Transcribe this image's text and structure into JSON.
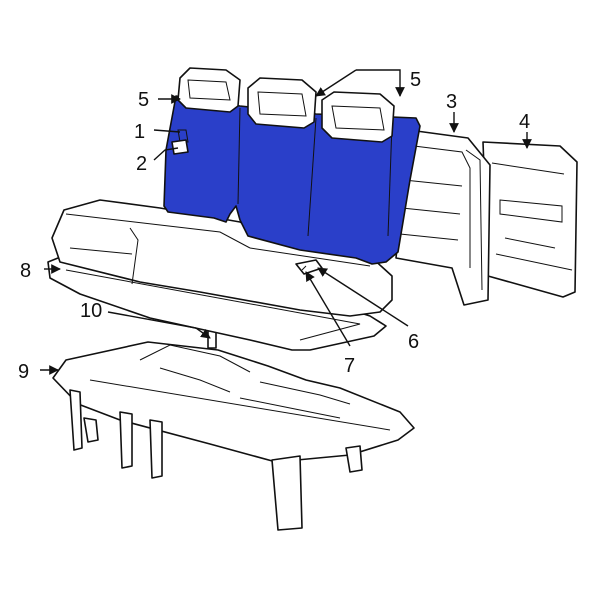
{
  "colors": {
    "highlight": "#2a3fc9",
    "outline": "#111111",
    "background": "#ffffff"
  },
  "callouts": {
    "c1": "1",
    "c2": "2",
    "c3": "3",
    "c4": "4",
    "c5a": "5",
    "c5b": "5",
    "c6": "6",
    "c7": "7",
    "c8": "8",
    "c9": "9",
    "c10": "10"
  }
}
